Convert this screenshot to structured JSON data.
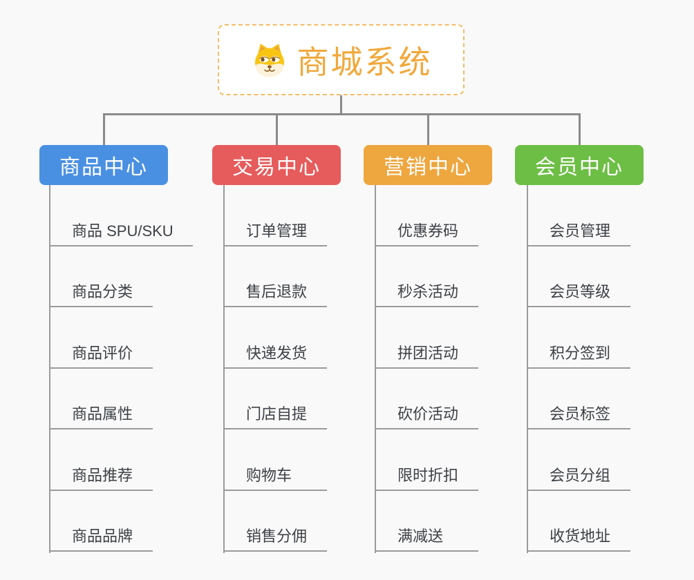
{
  "canvas": {
    "background": "#f9f9f9"
  },
  "root": {
    "label": "商城系统",
    "icon": "dog-face-icon",
    "text_color": "#f0a93c",
    "border_color": "#f3bc66",
    "background": "#ffffff"
  },
  "connectors": {
    "color": "#8a8a8a",
    "leaf_line_color": "#9a9a9a"
  },
  "branches": [
    {
      "label": "商品中心",
      "color": "#4a90e2",
      "children": [
        "商品 SPU/SKU",
        "商品分类",
        "商品评价",
        "商品属性",
        "商品推荐",
        "商品品牌"
      ]
    },
    {
      "label": "交易中心",
      "color": "#e65c5c",
      "children": [
        "订单管理",
        "售后退款",
        "快递发货",
        "门店自提",
        "购物车",
        "销售分佣"
      ]
    },
    {
      "label": "营销中心",
      "color": "#eea63f",
      "children": [
        "优惠券码",
        "秒杀活动",
        "拼团活动",
        "砍价活动",
        "限时折扣",
        "满减送"
      ]
    },
    {
      "label": "会员中心",
      "color": "#6dbe45",
      "children": [
        "会员管理",
        "会员等级",
        "积分签到",
        "会员标签",
        "会员分组",
        "收货地址"
      ]
    }
  ]
}
